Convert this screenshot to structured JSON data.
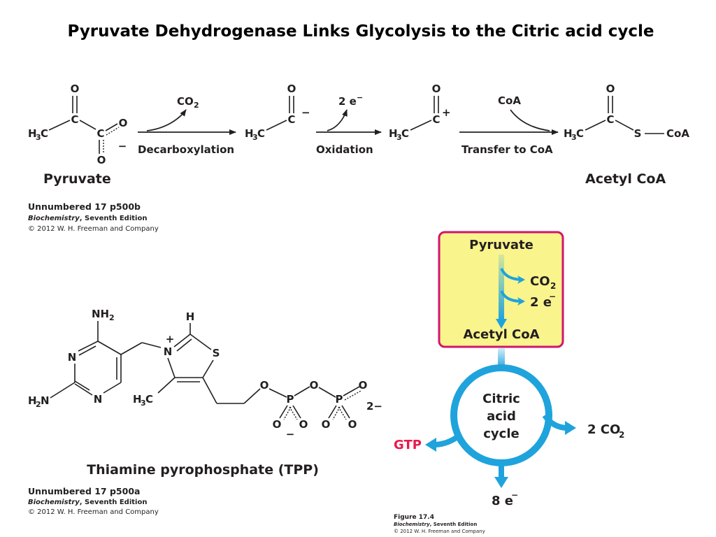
{
  "slide": {
    "title": "Pyruvate Dehydrogenase Links Glycolysis to the Citric acid cycle"
  },
  "reaction": {
    "pyruvate_label": "Pyruvate",
    "acetylcoa_label": "Acetyl CoA",
    "step1_label": "Decarboxylation",
    "step1_product": "CO",
    "step1_product_sub": "2",
    "step2_label": "Oxidation",
    "step2_product": "2 e",
    "step2_product_sup": "−",
    "step3_label": "Transfer to CoA",
    "step3_reagent": "CoA",
    "atoms": {
      "O": "O",
      "C": "C",
      "H": "H",
      "H_sub": "3",
      "S": "S",
      "CoA": "CoA",
      "minus": "−",
      "plus": "+"
    }
  },
  "caption_top": {
    "line1": "Unnumbered 17 p500b",
    "line2_italic": "Biochemistry",
    "line2_rest": ", Seventh Edition",
    "line3": "© 2012 W. H. Freeman and Company"
  },
  "tpp": {
    "name": "Thiamine pyrophosphate (TPP)",
    "NH": "NH",
    "sub2": "2",
    "N": "N",
    "H2N_H": "H",
    "H2N_N": "N",
    "H3C_H": "H",
    "H3C_C": "C",
    "sub3": "3",
    "S": "S",
    "O": "O",
    "P": "P",
    "H": "H",
    "plus": "+",
    "minus": "−",
    "charge": "2−"
  },
  "caption_bottom": {
    "line1": "Unnumbered 17 p500a",
    "line2_italic": "Biochemistry",
    "line2_rest": ", Seventh Edition",
    "line3": "© 2012 W. H. Freeman and Company"
  },
  "figure": {
    "pyruvate": "Pyruvate",
    "co2": "CO",
    "co2_sub": "2",
    "electrons": "2 e",
    "electrons_sup": "−",
    "acetylcoa": "Acetyl CoA",
    "cycle_line1": "Citric",
    "cycle_line2": "acid",
    "cycle_line3": "cycle",
    "gtp": "GTP",
    "out_co2": "2 CO",
    "out_co2_sub": "2",
    "out_e": "8 e",
    "out_e_sup": "−",
    "caption_line1": "Figure 17.4",
    "caption_line2_italic": "Biochemistry",
    "caption_line2_rest": ", Seventh Edition",
    "caption_line3": "© 2012 W. H. Freeman and Company",
    "colors": {
      "box_fill": "#f9f48c",
      "box_border": "#d2146e",
      "cycle_blue": "#1fa3dc",
      "gtp_red": "#e8194b"
    }
  }
}
